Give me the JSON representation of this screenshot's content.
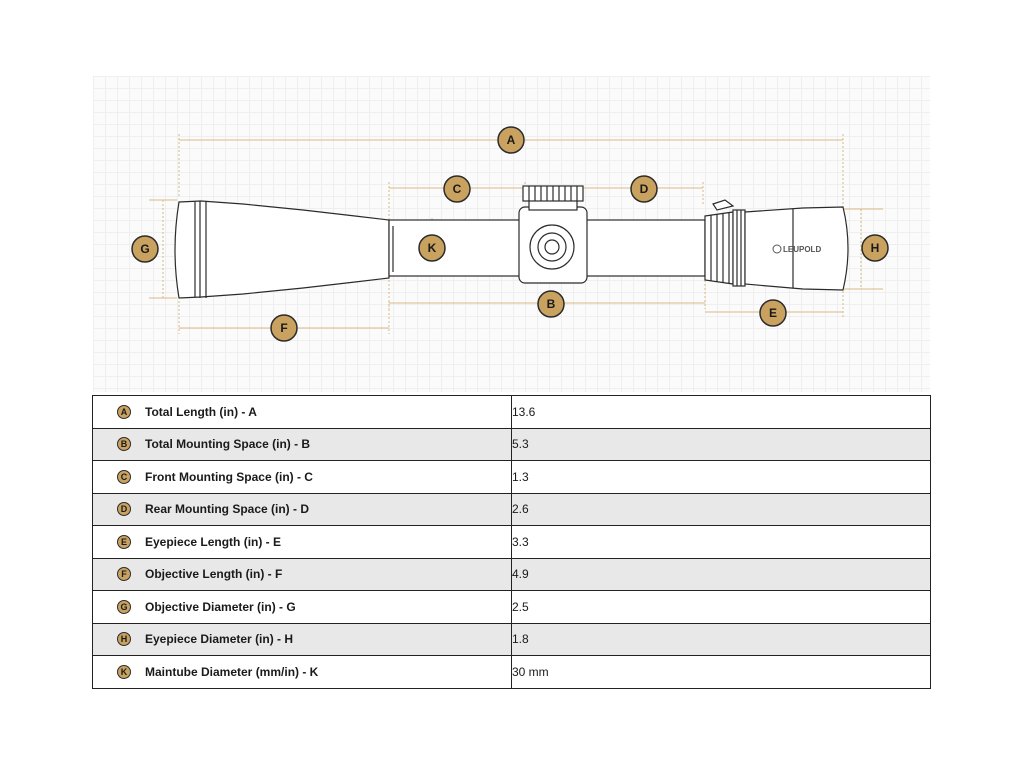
{
  "colors": {
    "callout_fill": "#c9a260",
    "dimension_line": "#d8b98a",
    "outline": "#2b2b2b",
    "shaded_row": "#e8e8e8"
  },
  "diagram": {
    "brand_text": "LEUPOLD",
    "callouts": [
      "A",
      "B",
      "C",
      "D",
      "E",
      "F",
      "G",
      "H",
      "K"
    ]
  },
  "specs": [
    {
      "letter": "A",
      "label": "Total Length (in) - A",
      "value": "13.6"
    },
    {
      "letter": "B",
      "label": "Total Mounting Space (in) - B",
      "value": "5.3"
    },
    {
      "letter": "C",
      "label": "Front Mounting Space (in) - C",
      "value": "1.3"
    },
    {
      "letter": "D",
      "label": "Rear Mounting Space (in) - D",
      "value": "2.6"
    },
    {
      "letter": "E",
      "label": "Eyepiece Length (in) - E",
      "value": "3.3"
    },
    {
      "letter": "F",
      "label": "Objective Length (in) - F",
      "value": "4.9"
    },
    {
      "letter": "G",
      "label": "Objective Diameter (in) - G",
      "value": "2.5"
    },
    {
      "letter": "H",
      "label": "Eyepiece Diameter (in) - H",
      "value": "1.8"
    },
    {
      "letter": "K",
      "label": "Maintube Diameter (mm/in) - K",
      "value": "30 mm"
    }
  ]
}
